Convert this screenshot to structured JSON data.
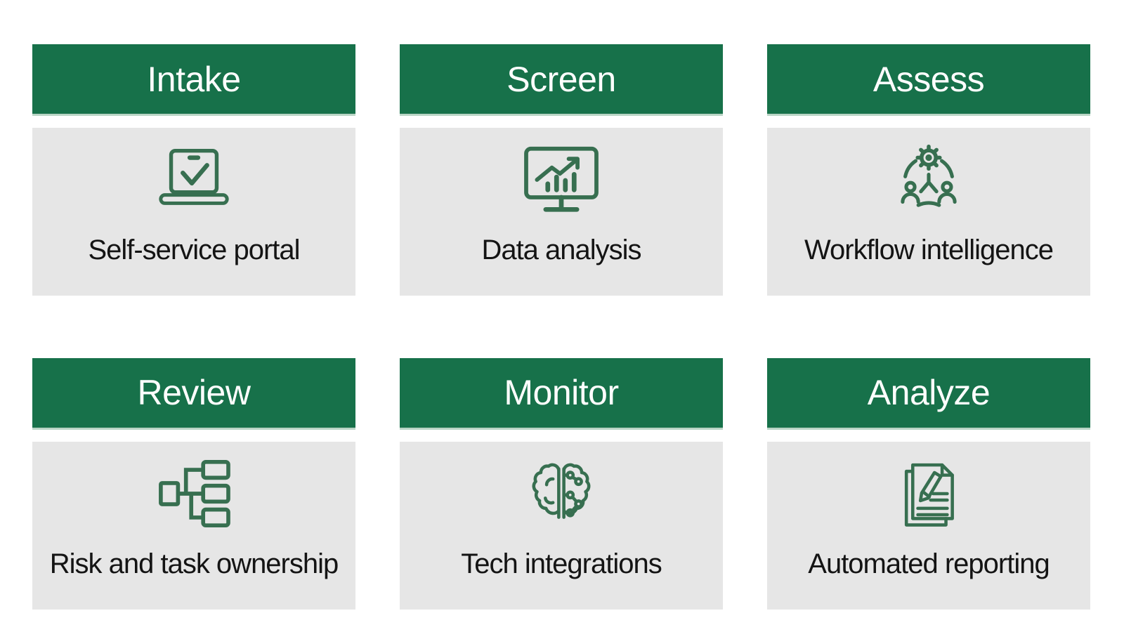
{
  "colors": {
    "header_green": "#17714a",
    "header_underline": "#b9d5c5",
    "panel_gray": "#e6e6e6",
    "icon_green": "#376f50",
    "header_text": "#ffffff",
    "label_text": "#141414",
    "page_background": "#ffffff"
  },
  "panels": [
    {
      "header": "Intake",
      "label": "Self-service portal",
      "icon": "laptop-check-icon"
    },
    {
      "header": "Screen",
      "label": "Data analysis",
      "icon": "monitor-chart-icon"
    },
    {
      "header": "Assess",
      "label": "Workflow intelligence",
      "icon": "people-gear-icon"
    },
    {
      "header": "Review",
      "label": "Risk and task ownership",
      "icon": "hierarchy-icon"
    },
    {
      "header": "Monitor",
      "label": "Tech integrations",
      "icon": "brain-circuit-icon"
    },
    {
      "header": "Analyze",
      "label": "Automated reporting",
      "icon": "documents-pencil-icon"
    }
  ]
}
